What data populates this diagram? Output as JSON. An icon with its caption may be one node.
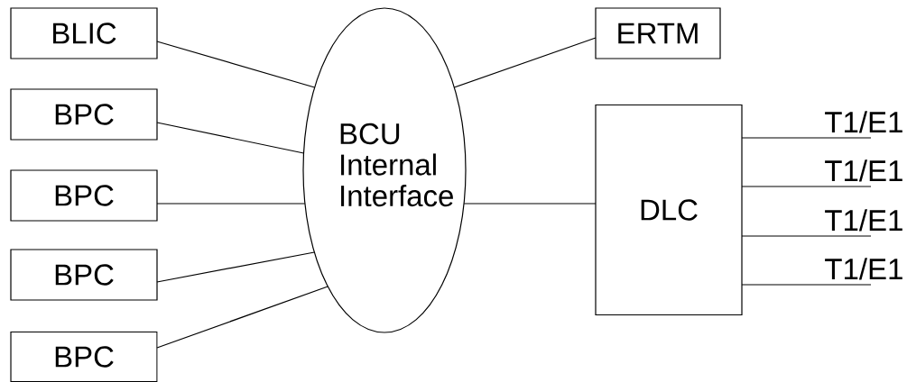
{
  "diagram": {
    "nodes": [
      {
        "text": [
          "BLIC"
        ]
      },
      {
        "text": [
          "BPC"
        ]
      },
      {
        "text": [
          "BPC"
        ]
      },
      {
        "text": [
          "BPC"
        ]
      },
      {
        "text": [
          "BPC"
        ]
      },
      {
        "text": [
          "BCU Internal Interface"
        ]
      },
      {
        "text": [
          "ERTM"
        ]
      },
      {
        "text": [
          "DLC"
        ]
      }
    ],
    "edges": [
      {
        "from": 0,
        "to": 5,
        "arrow": "none"
      },
      {
        "from": 1,
        "to": 5,
        "arrow": "none"
      },
      {
        "from": 2,
        "to": 5,
        "arrow": "none"
      },
      {
        "from": 3,
        "to": 5,
        "arrow": "none"
      },
      {
        "from": 4,
        "to": 5,
        "arrow": "none"
      },
      {
        "from": 5,
        "to": 6,
        "arrow": "none"
      },
      {
        "from": 5,
        "to": 7,
        "arrow": "none"
      },
      {
        "from": 7,
        "to": null,
        "arrow": "none",
        "label": "T1/E1"
      },
      {
        "from": 7,
        "to": null,
        "arrow": "none",
        "label": "T1/E1"
      },
      {
        "from": 7,
        "to": null,
        "arrow": "none",
        "label": "T1/E1"
      },
      {
        "from": 7,
        "to": null,
        "arrow": "none",
        "label": "T1/E1"
      }
    ]
  }
}
